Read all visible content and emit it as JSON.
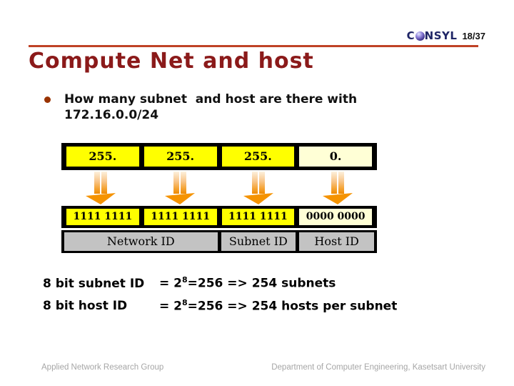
{
  "header": {
    "page_number": "18/37",
    "logo": {
      "prefix": "C",
      "suffix": "NSYL"
    }
  },
  "title": "Compute Net and host",
  "bullet": {
    "line1": "How many subnet  and host are there with",
    "line2": "172.16.0.0/24"
  },
  "table": {
    "octets": [
      "255.",
      "255.",
      "255.",
      "0."
    ],
    "bits": [
      "1111 1111",
      "1111 1111",
      "1111 1111",
      "0000 0000"
    ],
    "labels": [
      "Network ID",
      "Subnet ID",
      "Host ID"
    ]
  },
  "equations": [
    {
      "label": "8 bit subnet ID",
      "lhs": "= 2",
      "exponent": "8",
      "rhs": "=256 => 254 subnets"
    },
    {
      "label": "8 bit host ID",
      "lhs": "= 2",
      "exponent": "8",
      "rhs": "=256 => 254 hosts per subnet"
    }
  ],
  "footer": {
    "left": "Applied Network Research Group",
    "right": "Department of Computer Engineering, Kasetsart University"
  },
  "colors": {
    "title": "#8B1A1A",
    "rule": "#BF4226",
    "bullet-dot": "#993300",
    "cell-yellow": "#FFFF00",
    "cell-cream": "#FFFFD6",
    "cell-gray": "#C3C3C3",
    "arrow-orange": "#F59300",
    "logo-navy": "#1F2566",
    "footer-gray": "#A6A6A6"
  }
}
